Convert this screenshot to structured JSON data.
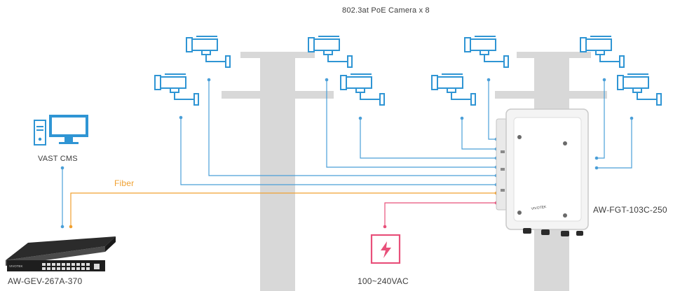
{
  "title": "802.3at PoE Camera x 8",
  "labels": {
    "cms": "VAST CMS",
    "fiber": "Fiber",
    "switch": "AW-GEV-267A-370",
    "power": "100~240VAC",
    "fiber_switch": "AW-FGT-103C-250"
  },
  "brand": "VIVOTEK",
  "colors": {
    "pole": "#d8d8d8",
    "ethernet": "#4a9fd8",
    "fiber": "#f0a030",
    "power": "#e8507a",
    "icon_outline": "#2f95d4",
    "text": "#3c3c3c"
  },
  "icons": [
    "camera-icon",
    "computer-icon",
    "power-outlet-icon",
    "network-switch-icon",
    "fiber-switch-box-icon"
  ]
}
